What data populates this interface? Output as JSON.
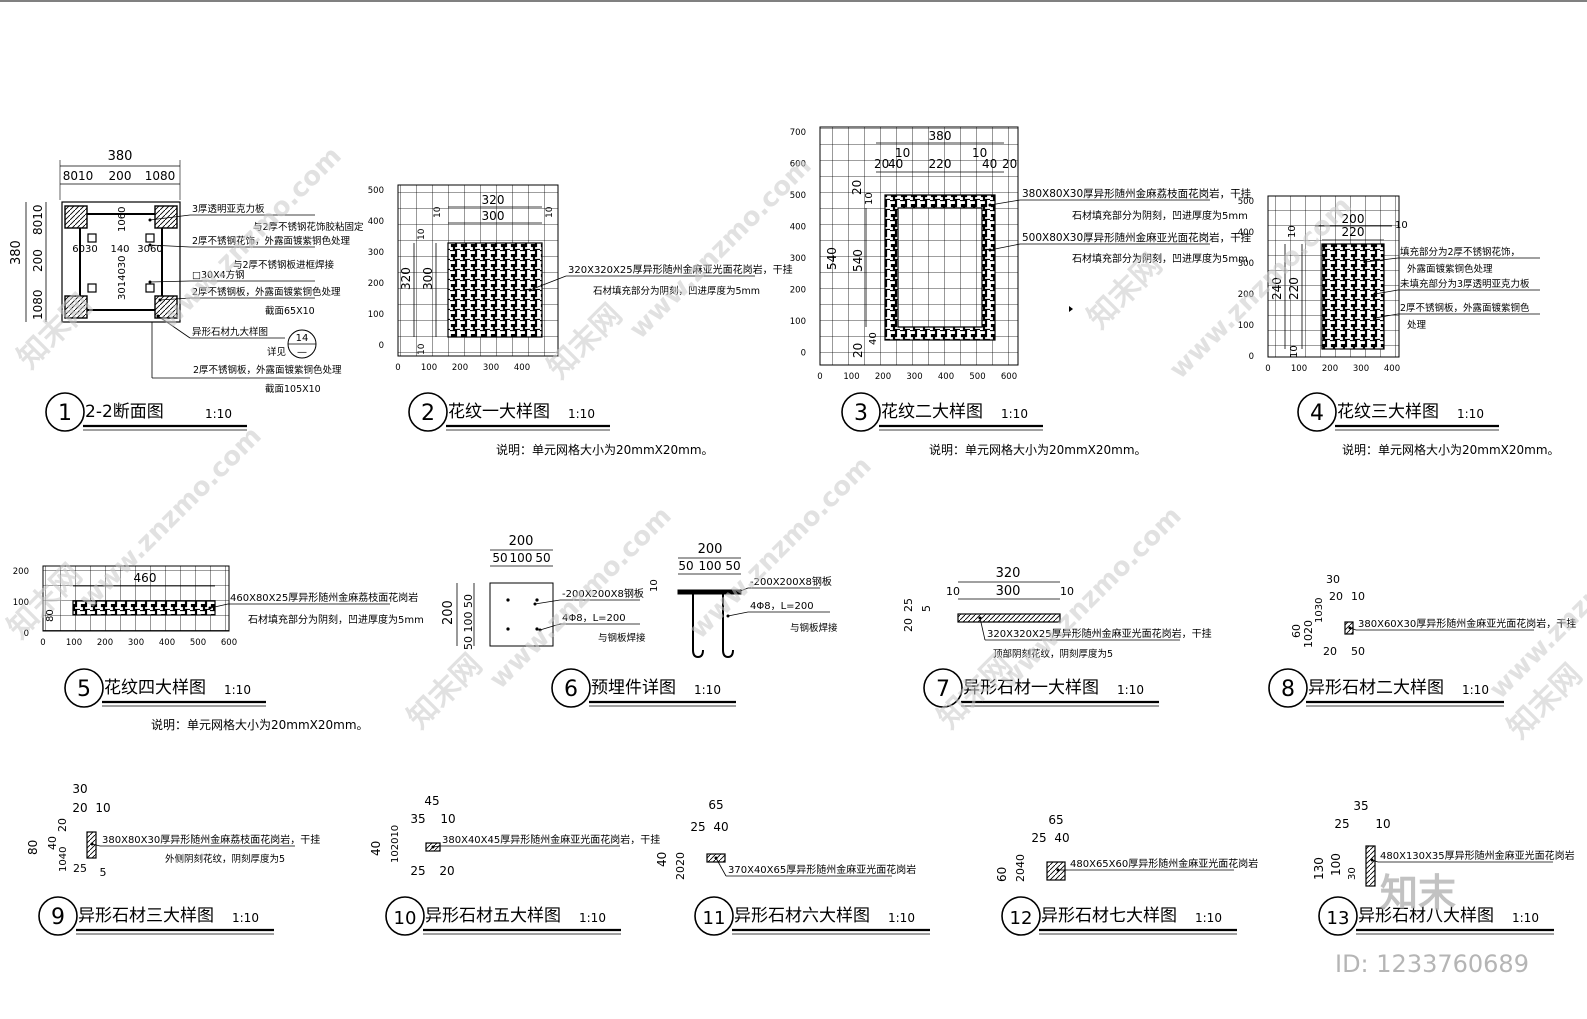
{
  "watermark": {
    "site_text": "www.znzmo.com",
    "brand_text": "知末网",
    "logo_text": "知末",
    "id_text": "ID: 1233760689"
  },
  "note": "说明：单元网格大小为20mmX20mm。",
  "drawings": [
    {
      "num": "1",
      "title": "2-2断面图",
      "scale": "1:10",
      "dims": [
        "380",
        "80",
        "10",
        "200",
        "10",
        "80",
        "380",
        "80",
        "10",
        "200",
        "10",
        "80",
        "60",
        "30",
        "140",
        "30",
        "60",
        "10",
        "60",
        "60",
        "30",
        "140",
        "30",
        "60"
      ],
      "callouts": [
        "3厚透明亚克力板",
        "与2厚不锈钢花饰胶粘固定",
        "2厚不锈钢花饰，外露面镀紫铜色处理",
        "与2厚不锈钢板进框焊接",
        "□30X4方钢",
        "2厚不锈钢板，外露面镀紫铜色处理",
        "截面65X10",
        "异形石材九大样图",
        "详见",
        "2厚不锈钢板，外露面镀紫铜色处理",
        "截面105X10"
      ],
      "detail_ref": {
        "num": "14",
        "sheet": "—"
      }
    },
    {
      "num": "2",
      "title": "花纹一大样图",
      "scale": "1:10",
      "axis_y": [
        "500",
        "400",
        "300",
        "200",
        "100",
        "0"
      ],
      "axis_x": [
        "0",
        "100",
        "200",
        "300",
        "400"
      ],
      "dims": [
        "320",
        "300",
        "10",
        "10",
        "320",
        "300",
        "10",
        "10"
      ],
      "callouts": [
        "320X320X25厚异形随州金麻亚光面花岗岩，干挂",
        "石材填充部分为阴刻，凹进厚度为5mm"
      ]
    },
    {
      "num": "3",
      "title": "花纹二大样图",
      "scale": "1:10",
      "axis_y": [
        "700",
        "600",
        "500",
        "400",
        "300",
        "200",
        "100",
        "0"
      ],
      "axis_x": [
        "0",
        "100",
        "200",
        "300",
        "400",
        "500",
        "600"
      ],
      "dims": [
        "380",
        "20",
        "40",
        "10",
        "220",
        "10",
        "40",
        "20",
        "20",
        "10",
        "40",
        "540",
        "40",
        "20"
      ],
      "callouts": [
        "380X80X30厚异形随州金麻荔枝面花岗岩，干挂",
        "石材填充部分为阴刻，凹进厚度为5mm",
        "500X80X30厚异形随州金麻亚光面花岗岩，干挂",
        "石材填充部分为阴刻，凹进厚度为5mm"
      ]
    },
    {
      "num": "4",
      "title": "花纹三大样图",
      "scale": "1:10",
      "axis_y": [
        "500",
        "400",
        "300",
        "200",
        "100",
        "0"
      ],
      "axis_x": [
        "0",
        "100",
        "200",
        "300",
        "400"
      ],
      "dims": [
        "220",
        "200",
        "10",
        "10",
        "240",
        "220",
        "10"
      ],
      "callouts": [
        "填充部分为2厚不锈钢花饰，",
        "外露面镀紫铜色处理",
        "未填充部分为3厚透明亚克力板",
        "2厚不锈钢板，外露面镀紫铜色",
        "处理"
      ]
    },
    {
      "num": "5",
      "title": "花纹四大样图",
      "scale": "1:10",
      "axis_y": [
        "200",
        "100",
        "0"
      ],
      "axis_x": [
        "0",
        "100",
        "200",
        "300",
        "400",
        "500",
        "600"
      ],
      "dims": [
        "460",
        "80"
      ],
      "callouts": [
        "460X80X25厚异形随州金麻荔枝面花岗岩",
        "石材填充部分为阴刻，凹进厚度为5mm"
      ]
    },
    {
      "num": "6",
      "title": "预埋件详图",
      "scale": "1:10",
      "dims": [
        "200",
        "50",
        "100",
        "50",
        "200",
        "50",
        "100",
        "50",
        "200",
        "50",
        "100",
        "50",
        "10"
      ],
      "callouts": [
        "200X200X8钢板",
        "4Φ8，L=200",
        "与钢板焊接",
        "200X200X8钢板",
        "4Φ8，L=200",
        "与钢板焊接"
      ]
    },
    {
      "num": "7",
      "title": "异形石材一大样图",
      "scale": "1:10",
      "dims": [
        "320",
        "10",
        "300",
        "10",
        "25",
        "5",
        "20"
      ],
      "callouts": [
        "320X320X25厚异形随州金麻亚光面花岗岩，干挂",
        "顶部阴刻花纹，阴刻厚度为5"
      ]
    },
    {
      "num": "8",
      "title": "异形石材二大样图",
      "scale": "1:10",
      "dims": [
        "30",
        "20",
        "10",
        "60",
        "10",
        "20",
        "10",
        "30",
        "20",
        "50"
      ],
      "callouts": [
        "380X60X30厚异形随州金麻亚光面花岗岩，干挂"
      ]
    },
    {
      "num": "9",
      "title": "异形石材三大样图",
      "scale": "1:10",
      "dims": [
        "30",
        "20",
        "10",
        "80",
        "40",
        "20",
        "10",
        "40",
        "25",
        "5"
      ],
      "callouts": [
        "380X80X30厚异形随州金麻荔枝面花岗岩，干挂",
        "外侧阴刻花纹，阴刻厚度为5"
      ]
    },
    {
      "num": "10",
      "title": "异形石材五大样图",
      "scale": "1:10",
      "dims": [
        "45",
        "35",
        "10",
        "40",
        "10",
        "20",
        "10",
        "25",
        "20"
      ],
      "callouts": [
        "380X40X45厚异形随州金麻亚光面花岗岩，干挂"
      ]
    },
    {
      "num": "11",
      "title": "异形石材六大样图",
      "scale": "1:10",
      "dims": [
        "65",
        "25",
        "40",
        "40",
        "20",
        "20"
      ],
      "callouts": [
        "370X40X65厚异形随州金麻亚光面花岗岩"
      ]
    },
    {
      "num": "12",
      "title": "异形石材七大样图",
      "scale": "1:10",
      "dims": [
        "65",
        "25",
        "40",
        "60",
        "20",
        "40"
      ],
      "callouts": [
        "480X65X60厚异形随州金麻亚光面花岗岩"
      ]
    },
    {
      "num": "13",
      "title": "异形石材八大样图",
      "scale": "1:10",
      "dims": [
        "35",
        "25",
        "10",
        "130",
        "100",
        "30"
      ],
      "callouts": [
        "480X130X35厚异形随州金麻亚光面花岗岩"
      ]
    }
  ]
}
